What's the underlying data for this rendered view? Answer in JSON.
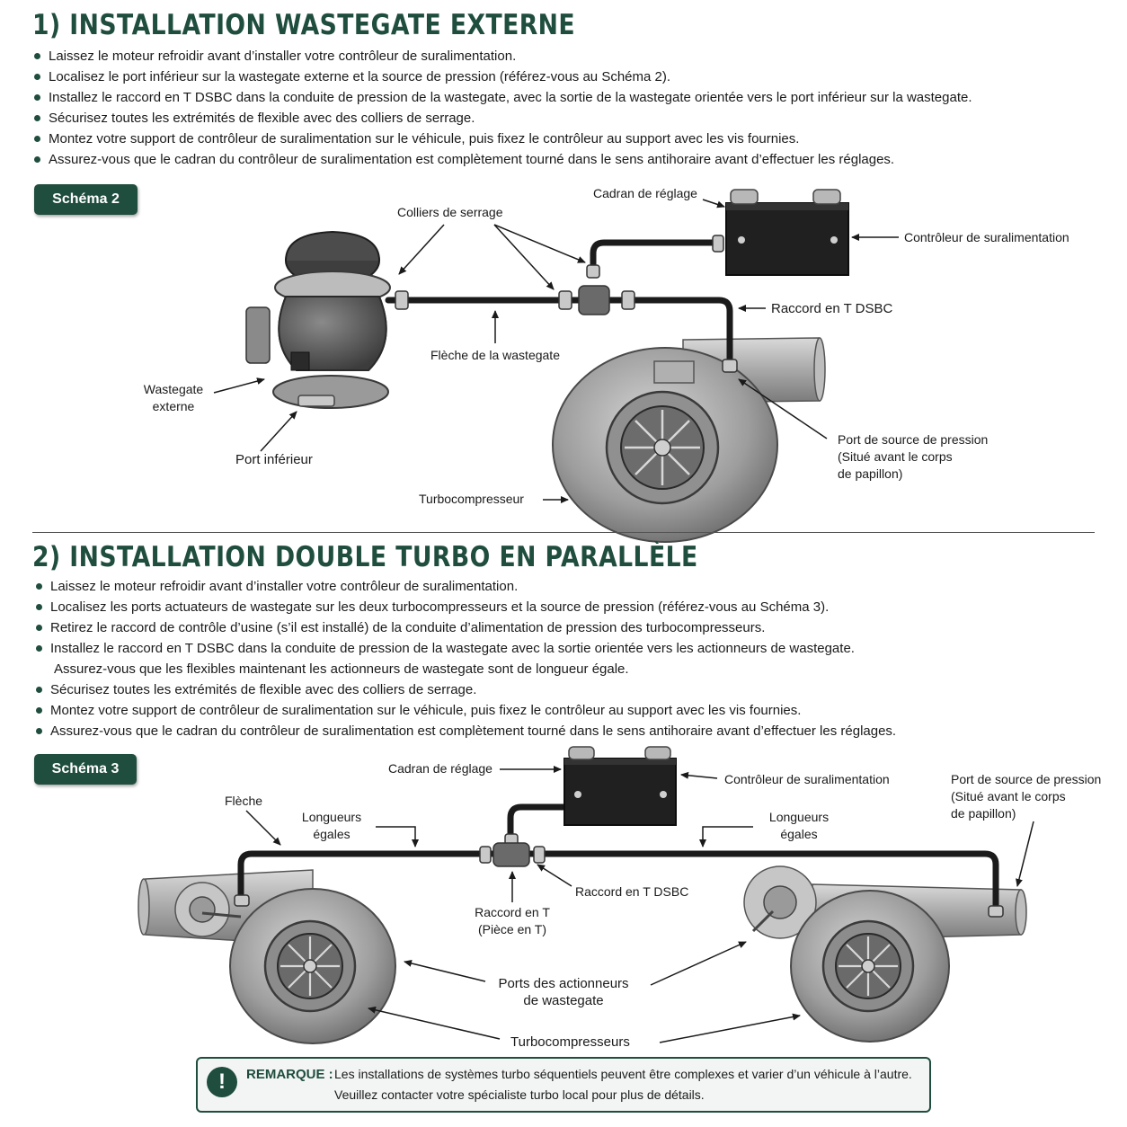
{
  "section1": {
    "title": "1) INSTALLATION WASTEGATE EXTERNE",
    "bullets": [
      "Laissez le moteur refroidir avant d’installer votre contrôleur de suralimentation.",
      "Localisez le port inférieur sur la wastegate externe et la source de pression (référez-vous au Schéma 2).",
      "Installez le raccord en T DSBC dans la conduite de pression de la wastegate, avec la sortie de la wastegate orientée vers le port inférieur sur la wastegate.",
      "Sécurisez toutes les extrémités de flexible avec des colliers de serrage.",
      "Montez votre support de contrôleur de suralimentation sur le véhicule, puis fixez le contrôleur au support avec les vis fournies.",
      "Assurez-vous que le cadran du contrôleur de suralimentation est complètement tourné dans le sens antihoraire avant d’effectuer les réglages."
    ]
  },
  "schema2": {
    "badge": "Schéma 2",
    "cadran": "Cadran de réglage",
    "colliers": "Colliers de serrage",
    "controleur": "Contrôleur de suralimentation",
    "raccord": "Raccord en T DSBC",
    "fleche": "Flèche de la wastegate",
    "wastegate_1": "Wastegate",
    "wastegate_2": "externe",
    "port_inferieur": "Port inférieur",
    "port_source_1": "Port de source de pression",
    "port_source_2": "(Situé avant le corps",
    "port_source_3": "de papillon)",
    "turbo": "Turbocompresseur"
  },
  "section2": {
    "title": "2) INSTALLATION DOUBLE TURBO EN PARALLÈLE",
    "bullets": [
      "Laissez le moteur refroidir avant d’installer votre contrôleur de suralimentation.",
      "Localisez les ports actuateurs de wastegate sur les deux turbocompresseurs et la source de pression (référez-vous au Schéma 3).",
      "Retirez le raccord de contrôle d’usine (s’il est installé) de la conduite d’alimentation de pression des turbocompresseurs.",
      "Installez le raccord en T DSBC dans la conduite de pression de la wastegate avec la sortie orientée vers les actionneurs de wastegate."
    ],
    "continuation": "Assurez-vous que les flexibles maintenant les actionneurs de wastegate sont de longueur égale.",
    "bullets_after": [
      "Sécurisez toutes les extrémités de flexible avec des colliers de serrage.",
      "Montez votre support de contrôleur de suralimentation sur le véhicule, puis fixez le contrôleur au support avec les vis fournies.",
      "Assurez-vous que le cadran du contrôleur de suralimentation est complètement tourné dans le sens antihoraire avant d’effectuer les réglages."
    ]
  },
  "schema3": {
    "badge": "Schéma 3",
    "cadran": "Cadran de réglage",
    "controleur": "Contrôleur de suralimentation",
    "port_source_1": "Port de source de pression",
    "port_source_2": "(Situé avant le corps",
    "port_source_3": "de papillon)",
    "fleche": "Flèche",
    "longueurs_1": "Longueurs",
    "longueurs_2": "égales",
    "raccord_dsbc": "Raccord en T DSBC",
    "raccord_t_1": "Raccord en T",
    "raccord_t_2": "(Pièce en T)",
    "ports_1": "Ports des actionneurs",
    "ports_2": "de wastegate",
    "turbos": "Turbocompresseurs"
  },
  "note": {
    "icon": "!",
    "heading": "REMARQUE :",
    "line1": "Les installations de systèmes turbo séquentiels peuvent être complexes et varier d’un véhicule à l’autre.",
    "line2": "Veuillez contacter votre spécialiste turbo local pour plus de détails."
  },
  "colors": {
    "brand_green": "#1f4d3e",
    "hose": "#1b1b1b",
    "metal": "#a9a9a9"
  }
}
